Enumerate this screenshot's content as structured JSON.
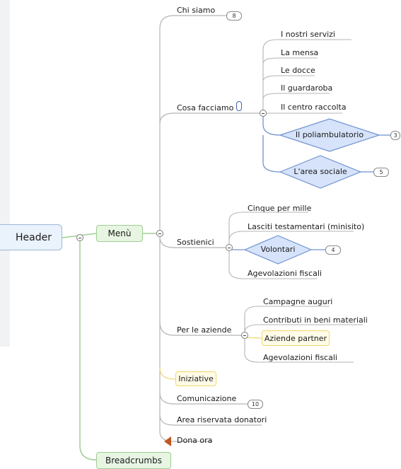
{
  "root": {
    "label": "Header"
  },
  "menu": {
    "label": "Menù"
  },
  "breadcrumbs": {
    "label": "Breadcrumbs"
  },
  "branches": {
    "chi_siamo": {
      "label": "Chi siamo",
      "count": "8"
    },
    "cosa_facciamo": {
      "label": "Cosa facciamo",
      "children": [
        "I nostri servizi",
        "La mensa",
        "Le docce",
        "Il guardaroba",
        "Il centro raccolta"
      ],
      "poliambulatorio": {
        "label": "Il poliambulatorio",
        "count": "3"
      },
      "area_sociale": {
        "label": "L'area sociale",
        "count": "5"
      }
    },
    "sostienici": {
      "label": "Sostienici",
      "children": [
        "Cinque per mille",
        "Lasciti testamentari (minisito)"
      ],
      "volontari": {
        "label": "Volontari",
        "count": "4"
      },
      "agevolazioni": "Agevolazioni fiscali"
    },
    "per_le_aziende": {
      "label": "Per le aziende",
      "children": [
        "Campagne auguri",
        "Contributi in beni materiali"
      ],
      "aziende_partner": "Aziende partner",
      "agevolazioni": "Agevolazioni fiscali"
    },
    "iniziative": {
      "label": "Iniziative"
    },
    "comunicazione": {
      "label": "Comunicazione",
      "count": "10"
    },
    "area_riservata": {
      "label": "Area riservata donatori"
    },
    "dona_ora": {
      "label": "Dona ora"
    }
  },
  "colors": {
    "green_line": "#9fcd93",
    "blue_line": "#6f93d0",
    "gray_line": "#b5b5b5",
    "yellow_border": "#f2d66b",
    "diamond_fill": "#d6e3fa"
  }
}
